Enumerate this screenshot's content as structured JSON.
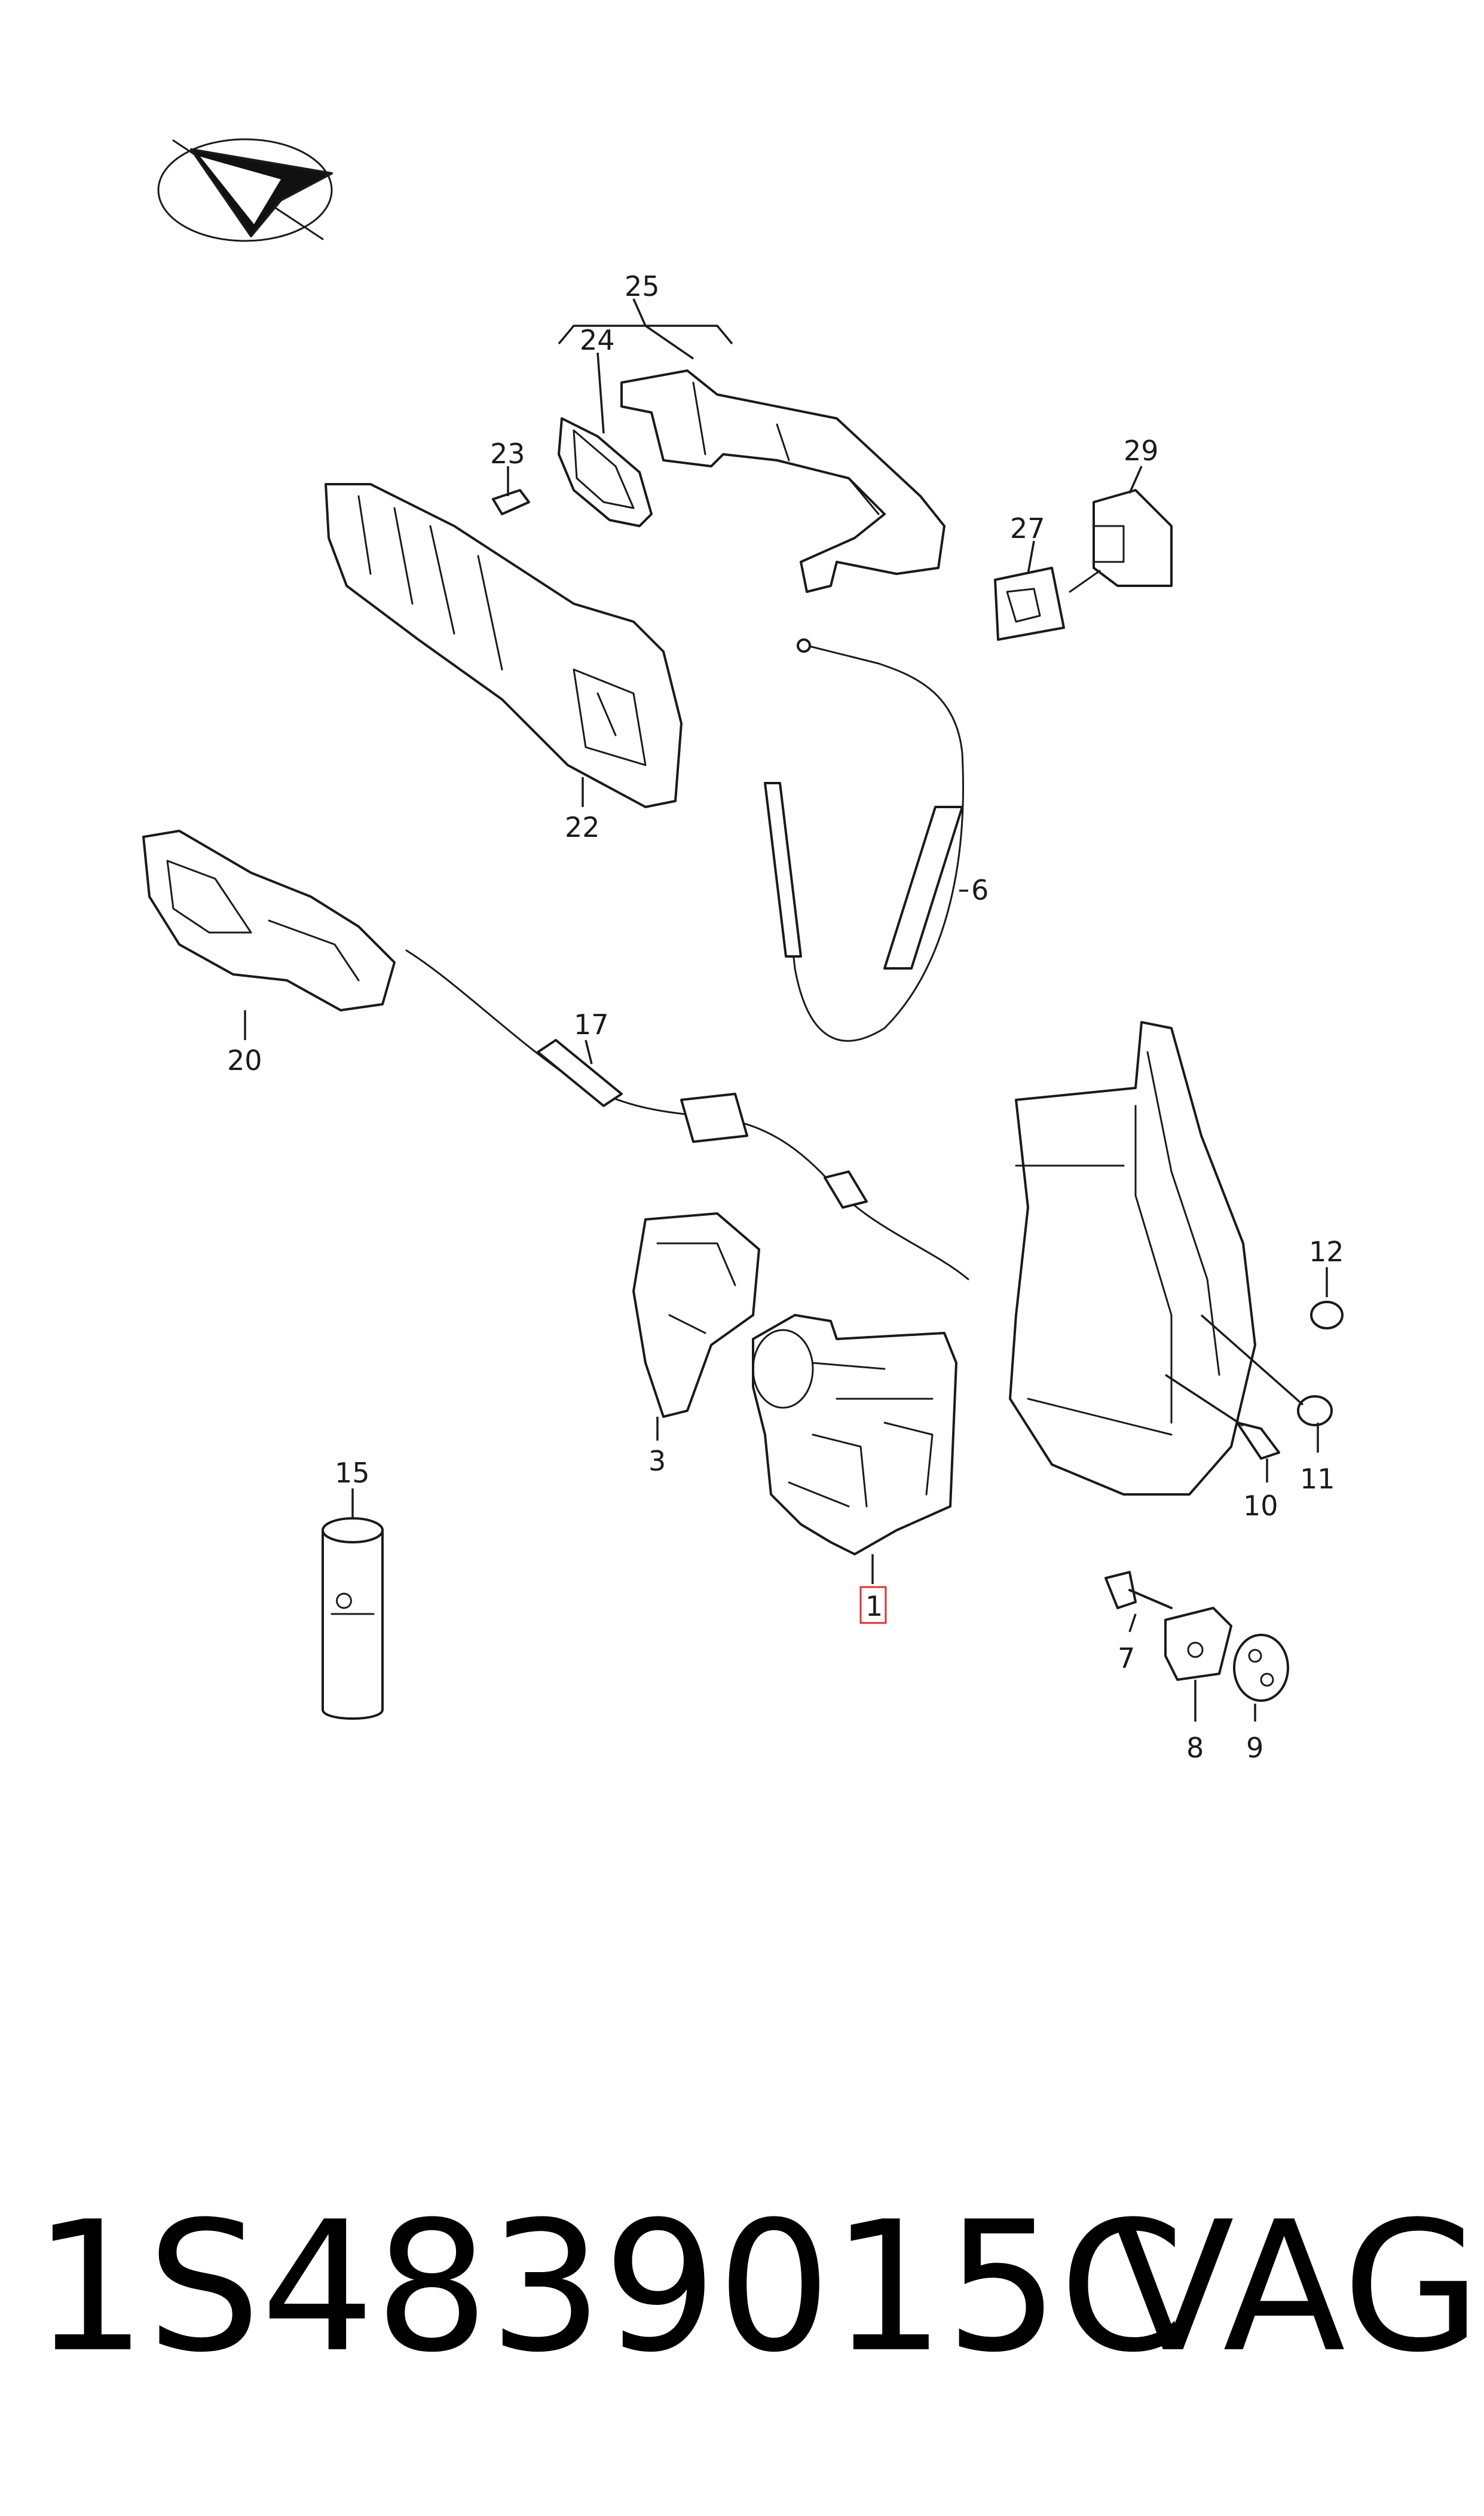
{
  "callouts": {
    "c1": "1",
    "c3": "3",
    "c6": "6",
    "c7": "7",
    "c8": "8",
    "c9": "9",
    "c10": "10",
    "c11": "11",
    "c12": "12",
    "c15": "15",
    "c17": "17",
    "c20": "20",
    "c22": "22",
    "c23": "23",
    "c24": "24",
    "c25": "25",
    "c27": "27",
    "c29": "29"
  },
  "highlighted_callout": "1",
  "highlight_color": "#e0302e",
  "footer": {
    "part_number": "1S4839015C",
    "brand": "VAG"
  },
  "icons": {
    "orientation": "direction-arrow-icon"
  }
}
